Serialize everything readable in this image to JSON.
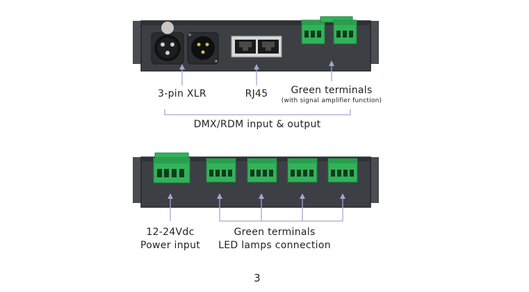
{
  "top_panel": {
    "labels": {
      "xlr": "3-pin XLR",
      "rj45": "RJ45",
      "green_terminals": "Green terminals",
      "green_terminals_note": "(with signal amplifier function)",
      "group": "DMX/RDM input & output"
    }
  },
  "bottom_panel": {
    "labels": {
      "power_line1": "12-24Vdc",
      "power_line2": "Power input",
      "led_line1": "Green terminals",
      "led_line2": "LED lamps connection"
    }
  },
  "page_number": "3",
  "colors": {
    "panel": "#3c3f44",
    "panel_edge": "#23262a",
    "terminal": "#31b35a",
    "terminal_dark": "#1e7e3c",
    "callout": "#a7a4d3",
    "port_gray": "#d8d8d8"
  }
}
